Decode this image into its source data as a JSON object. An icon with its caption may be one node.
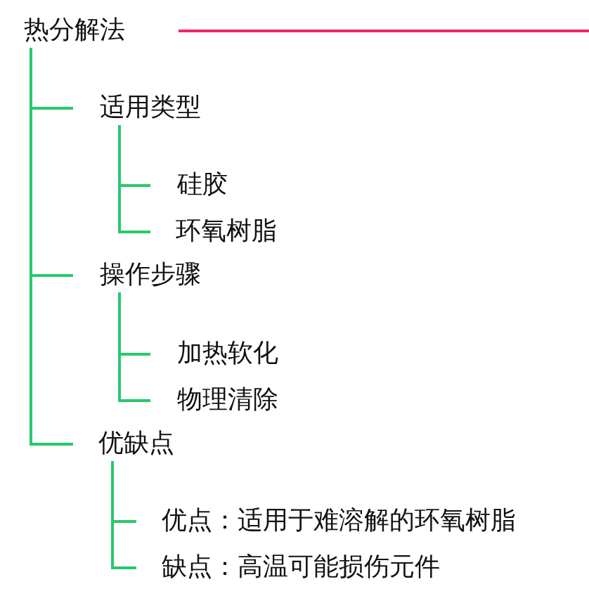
{
  "diagram": {
    "nodes": [
      {
        "text": [
          "热分解法"
        ]
      },
      {
        "text": [
          "适用类型"
        ]
      },
      {
        "text": [
          "硅胶"
        ]
      },
      {
        "text": [
          "环氧树脂"
        ]
      },
      {
        "text": [
          "操作步骤"
        ]
      },
      {
        "text": [
          "加热软化"
        ]
      },
      {
        "text": [
          "物理清除"
        ]
      },
      {
        "text": [
          "优缺点"
        ]
      },
      {
        "text": [
          "优点：适用于难溶解的环氧树脂"
        ]
      },
      {
        "text": [
          "缺点：高温可能损伤元件"
        ]
      }
    ],
    "edges": [
      {
        "from": 0,
        "to": null,
        "arrow": "none",
        "color": "#f0246e"
      },
      {
        "from": 0,
        "to": 1,
        "arrow": "none"
      },
      {
        "from": 1,
        "to": 2,
        "arrow": "none"
      },
      {
        "from": 1,
        "to": 3,
        "arrow": "none"
      },
      {
        "from": 0,
        "to": 4,
        "arrow": "none"
      },
      {
        "from": 4,
        "to": 5,
        "arrow": "none"
      },
      {
        "from": 4,
        "to": 6,
        "arrow": "none"
      },
      {
        "from": 0,
        "to": 7,
        "arrow": "none"
      },
      {
        "from": 7,
        "to": 8,
        "arrow": "none"
      },
      {
        "from": 7,
        "to": 9,
        "arrow": "none"
      }
    ]
  }
}
